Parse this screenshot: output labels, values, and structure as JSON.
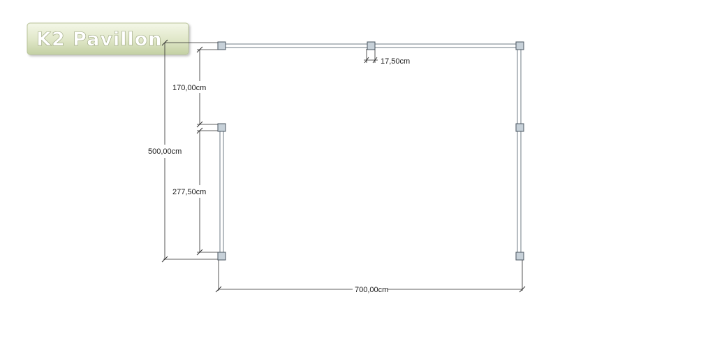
{
  "logo": {
    "text": "K2 Pavillon",
    "colors": {
      "top": "#f4f7e8",
      "bottom": "#c3d0a3",
      "border": "#b9c49a"
    }
  },
  "dimensions": {
    "top_gap": "17,50cm",
    "left_upper": "170,00cm",
    "left_lower": "277,50cm",
    "total_height": "500,00cm",
    "total_width": "700,00cm"
  },
  "colors": {
    "beam": "#8c98a4",
    "post": "#c7d1d9",
    "post_border": "#4a5560",
    "dimension": "#2a2a2a"
  }
}
